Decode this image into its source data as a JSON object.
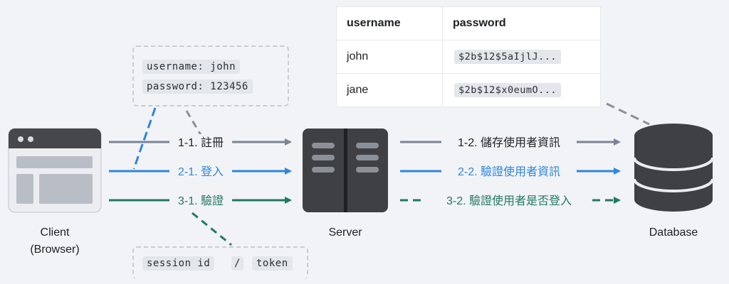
{
  "credentials": {
    "username_line": "username: john",
    "password_line": "password: 123456"
  },
  "session": {
    "session_id": "session id",
    "separator": "/",
    "token": "token"
  },
  "users_table": {
    "headers": [
      "username",
      "password"
    ],
    "rows": [
      {
        "username": "john",
        "password": "$2b$12$5aIjlJ..."
      },
      {
        "username": "jane",
        "password": "$2b$12$x0eumO..."
      }
    ]
  },
  "nodes": {
    "client_line1": "Client",
    "client_line2": "(Browser)",
    "server": "Server",
    "database": "Database"
  },
  "arrows": {
    "register": "1-1. 註冊",
    "login": "2-1. 登入",
    "verify": "3-1. 驗證",
    "store": "1-2. 儲存使用者資訊",
    "check": "2-2. 驗證使用者資訊",
    "check_login": "3-2. 驗證使用者是否登入"
  },
  "colors": {
    "gray": "#7a8591",
    "blue": "#2f86db",
    "green": "#217a5c",
    "dark": "#45474a",
    "mid": "#8b9097"
  }
}
